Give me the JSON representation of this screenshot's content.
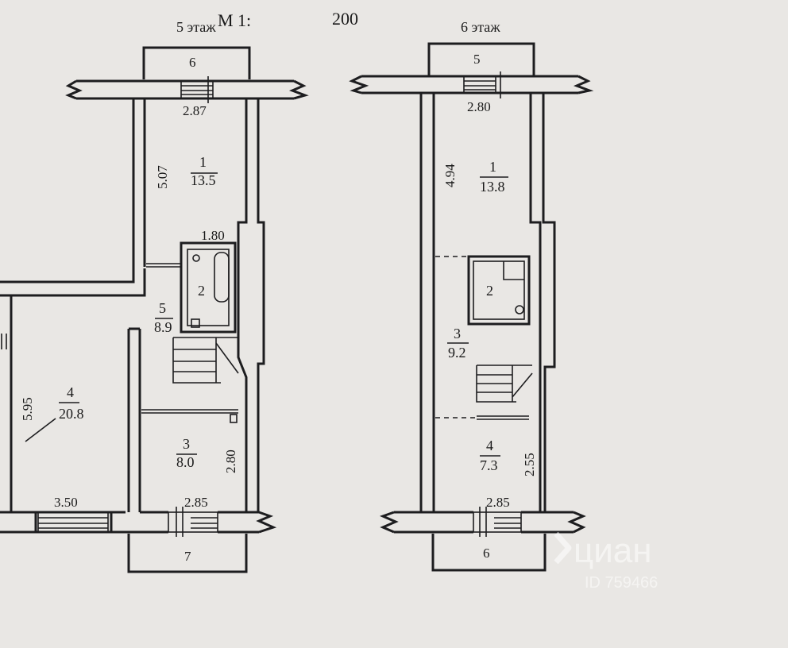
{
  "header": {
    "floor5_title": "5 этаж",
    "scale_prefix": "М  1:",
    "scale_value": "200",
    "floor6_title": "6 этаж"
  },
  "floor5": {
    "top_balcony": "6",
    "bottom_balcony": "7",
    "dims": {
      "top_width": "2.87",
      "room1_height": "5.07",
      "bath_width": "1.80",
      "room4_height": "5.95",
      "room3_height": "2.80",
      "bottom_left": "3.50",
      "bottom_right": "2.85"
    },
    "rooms": {
      "r1_num": "1",
      "r1_area": "13.5",
      "r2_num": "2",
      "r5_num": "5",
      "r5_area": "8.9",
      "r4_num": "4",
      "r4_area": "20.8",
      "r3_num": "3",
      "r3_area": "8.0"
    }
  },
  "floor6": {
    "top_balcony": "5",
    "bottom_balcony": "6",
    "dims": {
      "top_width": "2.80",
      "room1_height": "4.94",
      "room4_height": "2.55",
      "bottom_width": "2.85"
    },
    "rooms": {
      "r1_num": "1",
      "r1_area": "13.8",
      "r2_num": "2",
      "r3_num": "3",
      "r3_area": "9.2",
      "r4_num": "4",
      "r4_area": "7.3"
    }
  },
  "watermark": {
    "brand": "циан",
    "id": "ID 759466"
  }
}
